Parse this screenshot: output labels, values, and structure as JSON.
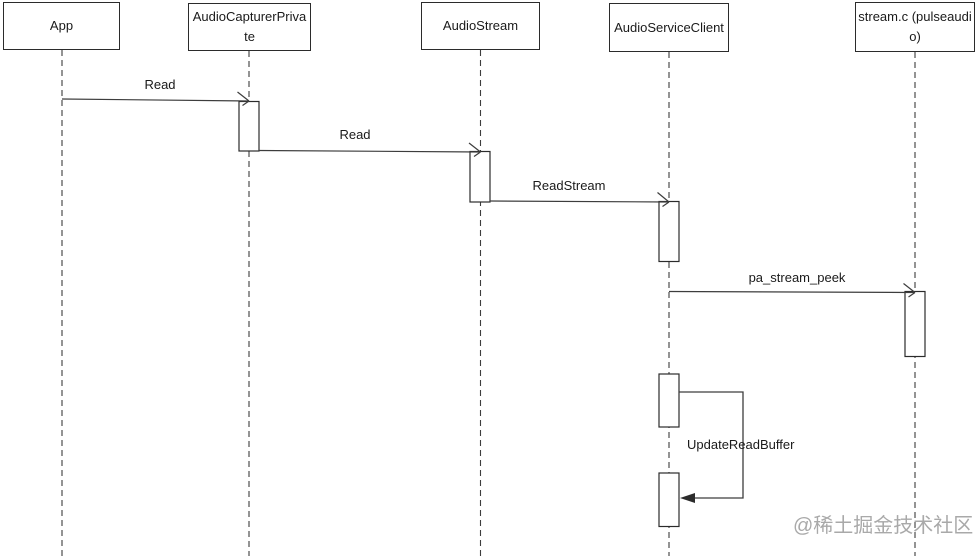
{
  "diagram": {
    "type": "uml-sequence-diagram",
    "actors": [
      {
        "label": "App"
      },
      {
        "label": "AudioCapturerPrivate"
      },
      {
        "label": "AudioStream"
      },
      {
        "label": "AudioServiceClient"
      },
      {
        "label": "stream.c (pulseaudio)"
      }
    ],
    "messages": [
      {
        "label": "Read",
        "from": "App",
        "to": "AudioCapturerPrivate",
        "arrow": "open"
      },
      {
        "label": "Read",
        "from": "AudioCapturerPrivate",
        "to": "AudioStream",
        "arrow": "open"
      },
      {
        "label": "ReadStream",
        "from": "AudioStream",
        "to": "AudioServiceClient",
        "arrow": "open"
      },
      {
        "label": "pa_stream_peek",
        "from": "AudioServiceClient",
        "to": "stream.c (pulseaudio)",
        "arrow": "open"
      },
      {
        "label": "UpdateReadBuffer",
        "from": "AudioServiceClient",
        "to": "AudioServiceClient",
        "arrow": "filled-self"
      }
    ],
    "watermark": "@稀土掘金技术社区",
    "colors": {
      "line": "#3d3d3d",
      "border": "#2b2b2b",
      "text": "#1a1a1a",
      "watermark": "#a9a9a9",
      "background": "#ffffff"
    }
  }
}
